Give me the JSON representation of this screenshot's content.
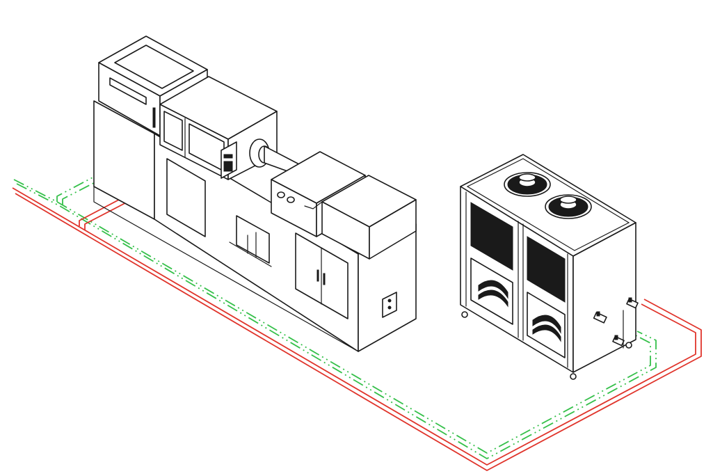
{
  "colors": {
    "outline": "#1a1a1a",
    "background": "#ffffff",
    "supply_pipe": "#e0342b",
    "return_pipe": "#35c04a"
  },
  "components": [
    {
      "id": "injection-molding-machine",
      "icon": "machine-drawing"
    },
    {
      "id": "water-chiller",
      "icon": "chiller-drawing"
    },
    {
      "id": "supply-pipe",
      "icon": "red-solid-double-line"
    },
    {
      "id": "return-pipe",
      "icon": "green-dash-dot-double-line"
    }
  ]
}
